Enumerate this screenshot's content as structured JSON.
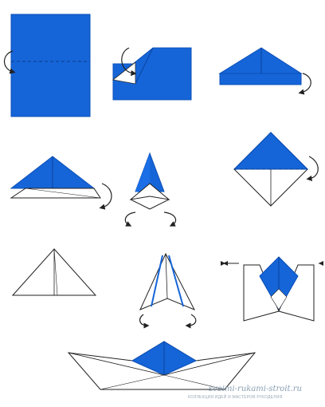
{
  "colors": {
    "paper_blue": "#1565d8",
    "paper_blue_dark": "#0c4fb8",
    "paper_white": "#ffffff",
    "outline": "#1a1a1a",
    "arrow": "#222222"
  },
  "steps": [
    {
      "id": 1,
      "icon": "rectangle-sheet-with-fold-line"
    },
    {
      "id": 2,
      "icon": "corner-fold"
    },
    {
      "id": 3,
      "icon": "triangle-hat-blue"
    },
    {
      "id": 4,
      "icon": "triangle-hat-folded"
    },
    {
      "id": 5,
      "icon": "open-hat"
    },
    {
      "id": 6,
      "icon": "diamond-square"
    },
    {
      "id": 7,
      "icon": "white-triangle"
    },
    {
      "id": 8,
      "icon": "narrow-cone"
    },
    {
      "id": 9,
      "icon": "pulled-apart-square"
    },
    {
      "id": 10,
      "icon": "finished-boat"
    }
  ],
  "watermark": {
    "site": "svoimi-rukami-stroit.ru",
    "tagline": "КОЛЛЕКЦИЯ ИДЕЙ И МАСТЕРОВ РУКОДЕЛИЯ"
  }
}
